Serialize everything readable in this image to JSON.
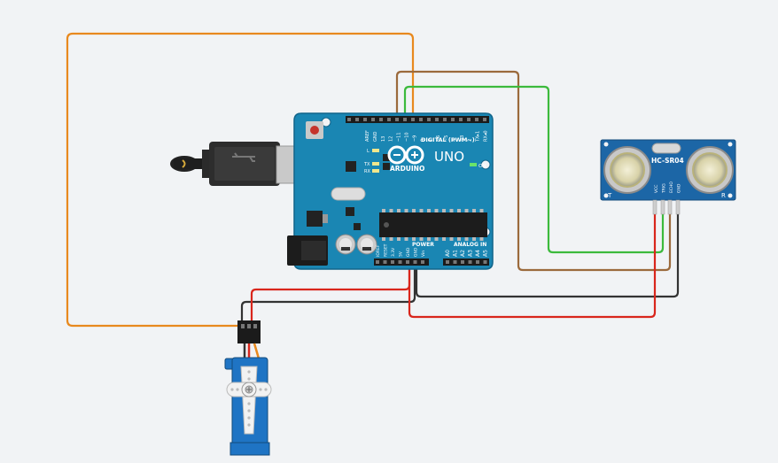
{
  "colors": {
    "background": "#f1f3f5",
    "board": "#1a86b3",
    "board_edge": "#11648a",
    "wire_orange": "#e8891e",
    "wire_brown": "#9b6a3c",
    "wire_green": "#3cba3c",
    "wire_red": "#d9261c",
    "wire_black": "#333333",
    "sensor_blue": "#1c66a6",
    "servo_blue": "#1f74c4"
  },
  "arduino": {
    "model": "UNO",
    "brand": "ARDUINO",
    "digital_label": "DIGITAL (PWM~)",
    "power_label": "POWER",
    "analog_label": "ANALOG IN",
    "on_label": "ON",
    "l_label": "L",
    "tx_label": "TX",
    "rx_label": "RX",
    "top_pins": [
      "AREF",
      "GND",
      "13",
      "12",
      "~11",
      "~10",
      "~9",
      "8",
      "7",
      "~6",
      "~5",
      "4",
      "~3",
      "2",
      "TX▸1",
      "RX◂0"
    ],
    "power_pins": [
      "IOREF",
      "RESET",
      "3.3V",
      "5V",
      "GND",
      "GND",
      "Vin"
    ],
    "analog_pins": [
      "A0",
      "A1",
      "A2",
      "A3",
      "A4",
      "A5"
    ]
  },
  "sensor": {
    "name": "HC-SR04",
    "left_mark": "T",
    "right_mark": "R",
    "pins": [
      "VCC",
      "TRIG",
      "ECHO",
      "GND"
    ]
  },
  "icons": {
    "usb_cable": "usb-b-cable",
    "servo": "micro-servo",
    "reset": "reset-button"
  }
}
